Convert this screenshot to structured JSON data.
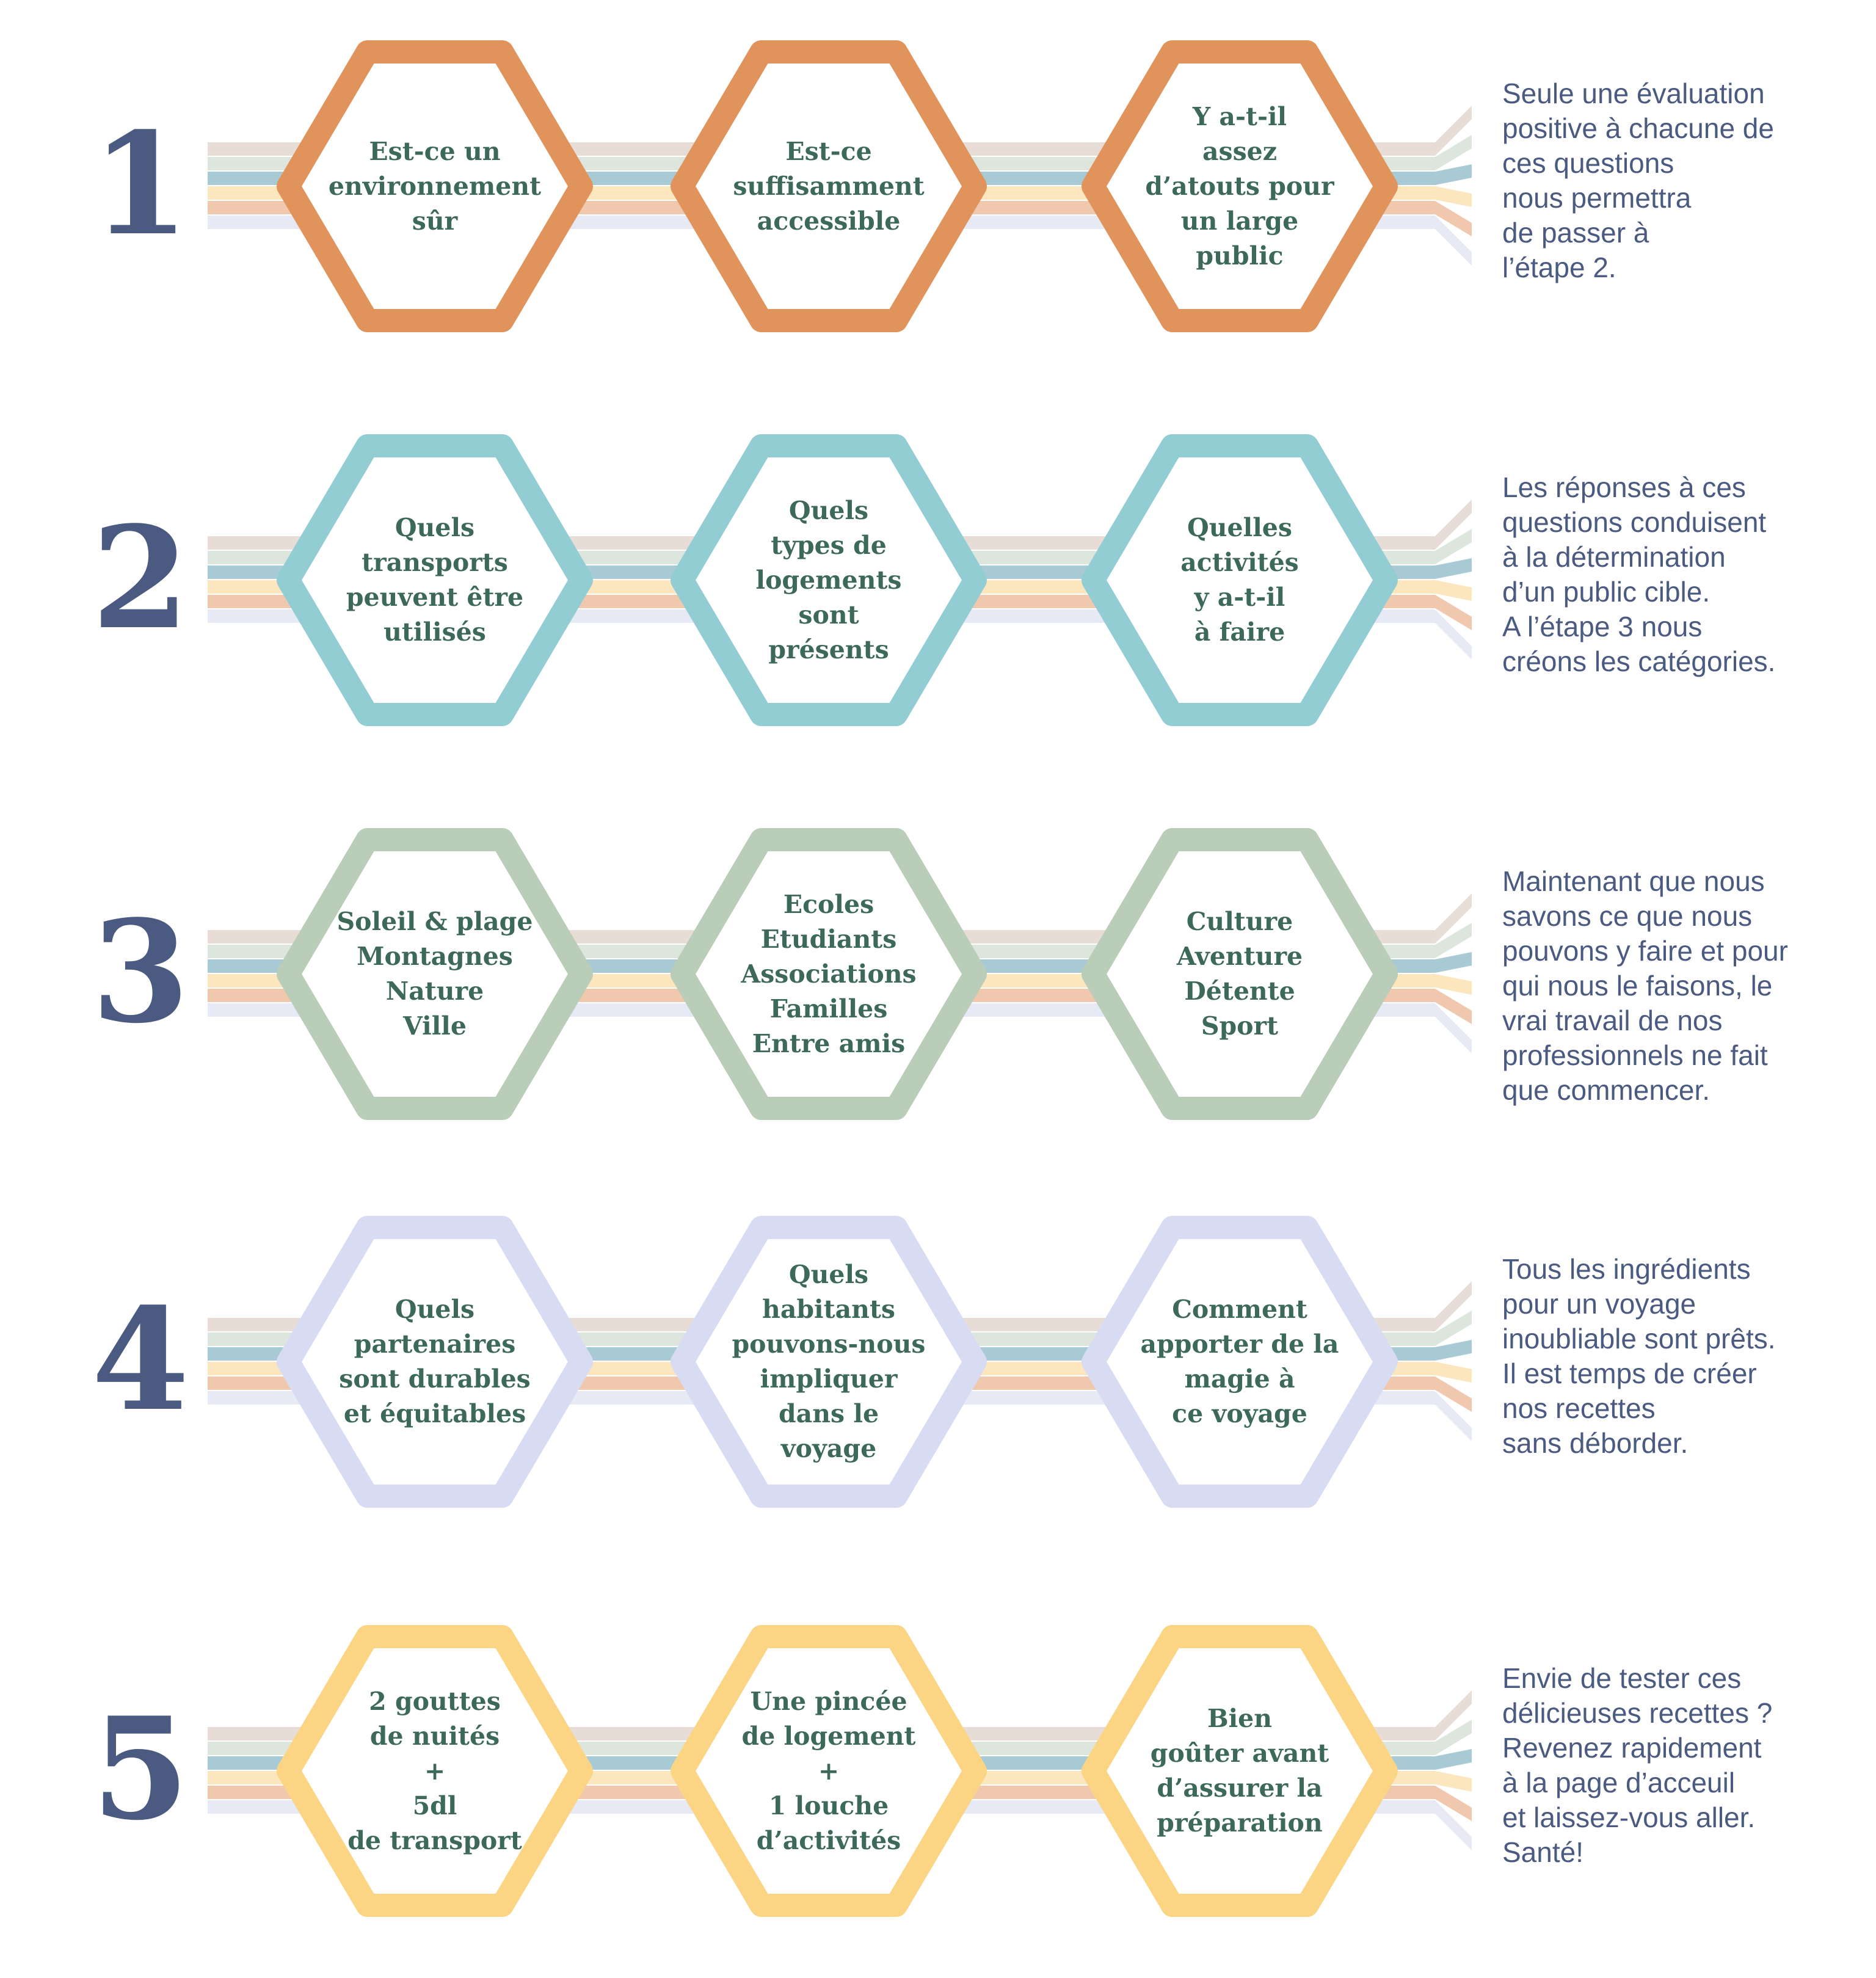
{
  "colors": {
    "number": "#4a5a80",
    "hex_text": "#3d6a58",
    "side_text": "#4a5a80",
    "stripes": [
      "#e8ddd6",
      "#dde6dd",
      "#a8cad4",
      "#fbe6bd",
      "#f0c8ad",
      "#e7e9f5"
    ],
    "row_hex": [
      "#e0935a",
      "#93cdd4",
      "#b9cdb8",
      "#d8dcf3",
      "#fbd484"
    ]
  },
  "steps": [
    {
      "number": "1",
      "hexagons": [
        "Est-ce un\nenvironnement\nsûr",
        "Est-ce\nsuffisamment\naccessible",
        "Y a-t-il\nassez\nd’atouts pour\nun large\npublic"
      ],
      "description": "Seule une évaluation\npositive à chacune de\nces questions\nnous permettra\nde passer à\nl’étape 2."
    },
    {
      "number": "2",
      "hexagons": [
        "Quels\ntransports\npeuvent être\nutilisés",
        "Quels\ntypes de\nlogements\nsont\nprésents",
        "Quelles\nactivités\ny a-t-il\nà faire"
      ],
      "description": "Les réponses à ces\nquestions conduisent\nà la détermination\nd’un public cible.\nA l’étape 3 nous\ncréons les catégories."
    },
    {
      "number": "3",
      "hexagons": [
        "Soleil & plage\nMontagnes\nNature\nVille",
        "Ecoles\nEtudiants\nAssociations\nFamilles\nEntre amis",
        "Culture\nAventure\nDétente\nSport"
      ],
      "description": "Maintenant que nous\nsavons ce que nous\npouvons y faire et pour\nqui nous le faisons, le\nvrai travail de nos\nprofessionnels ne fait\nque commencer."
    },
    {
      "number": "4",
      "hexagons": [
        "Quels\npartenaires\nsont durables\net équitables",
        "Quels\nhabitants\npouvons-nous\nimpliquer\ndans le\nvoyage",
        "Comment\napporter de la\nmagie à\nce voyage"
      ],
      "description": "Tous les ingrédients\npour un voyage\ninoubliable sont prêts.\nIl est temps de créer\nnos recettes\nsans déborder."
    },
    {
      "number": "5",
      "hexagons": [
        "2 gouttes\nde nuités\n+\n5dl\nde transport",
        "Une pincée\nde logement\n+\n1 louche\nd’activités",
        "Bien\ngoûter avant\nd’assurer la\npréparation"
      ],
      "description": "Envie de tester ces\ndélicieuses recettes ?\nRevenez rapidement\nà la page d’acceuil\net laissez-vous aller.\nSanté!"
    }
  ]
}
